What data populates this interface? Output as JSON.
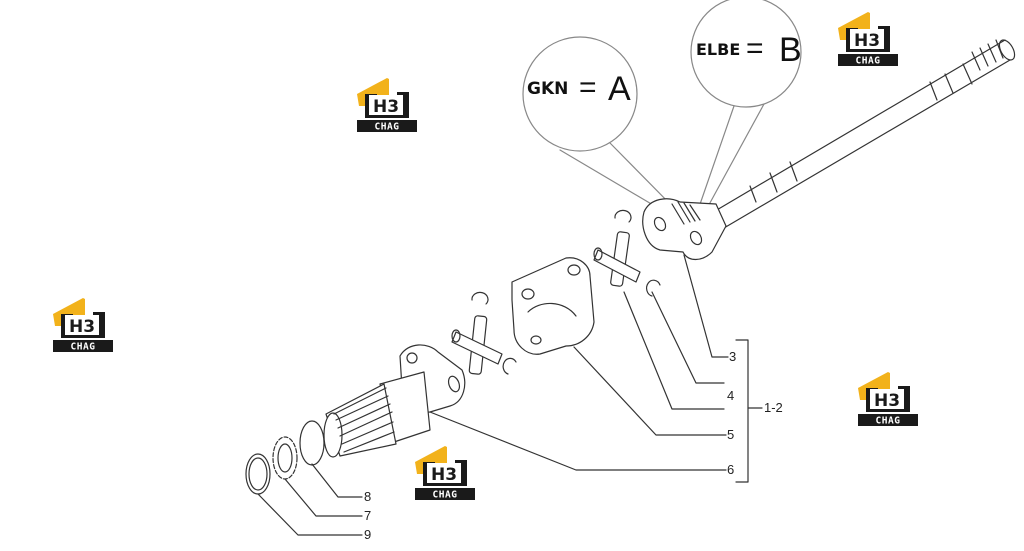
{
  "callouts": {
    "a": {
      "maker": "GKN",
      "eq": "=",
      "letter": "A"
    },
    "b": {
      "maker": "ELBE",
      "eq": "=",
      "letter": "B"
    }
  },
  "labels": {
    "p3": "3",
    "p4": "4",
    "p5": "5",
    "p6": "6",
    "p7": "7",
    "p8": "8",
    "p9": "9",
    "group": "1-2"
  },
  "watermark": {
    "mark": "H3",
    "sub": "CHAG",
    "accent": "#f2b21b",
    "dark": "#1a1a1a"
  },
  "colors": {
    "line": "#333333",
    "text": "#222222"
  }
}
